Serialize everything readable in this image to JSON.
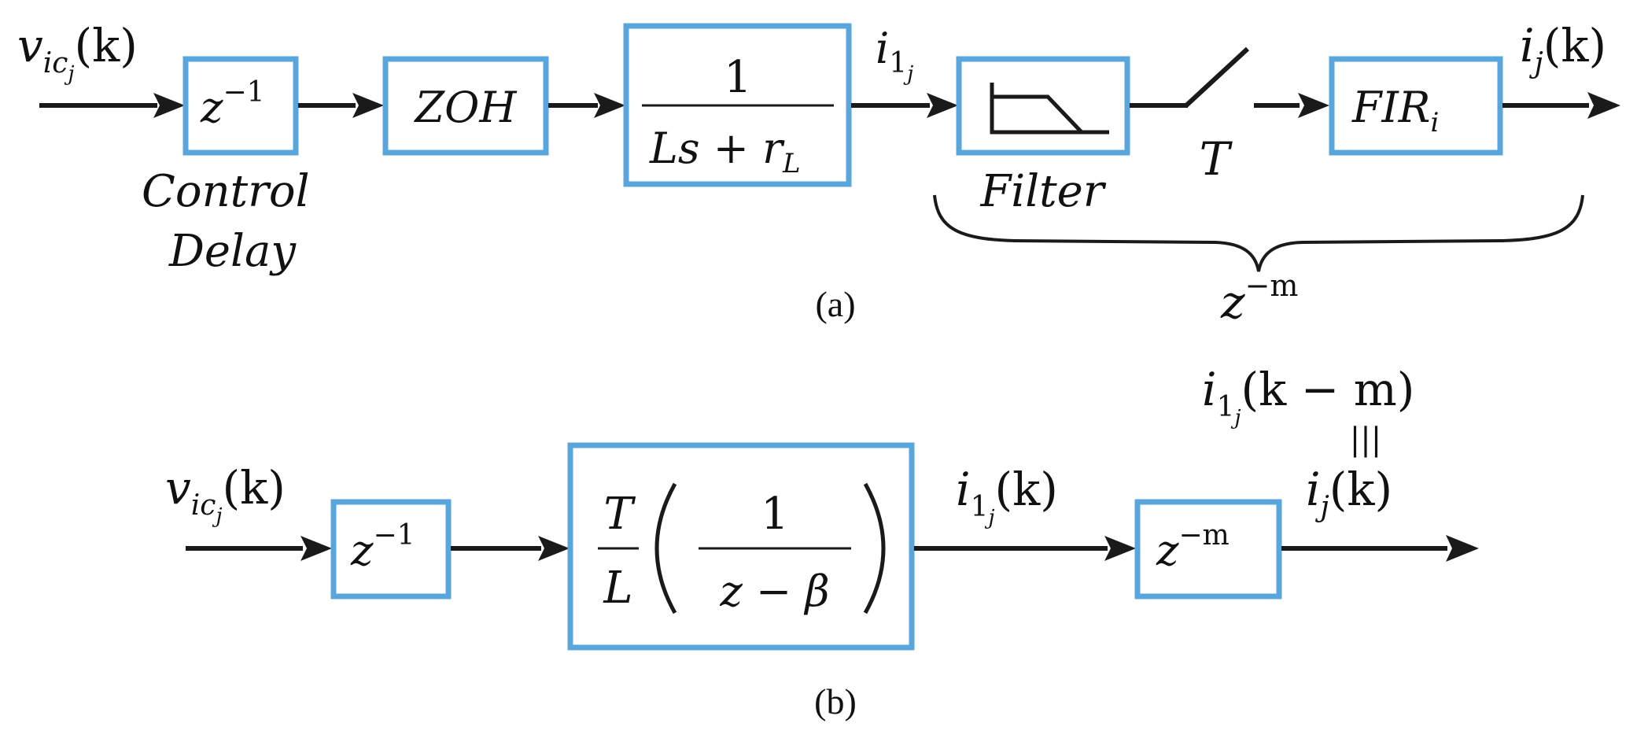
{
  "diagram_a": {
    "caption": "(a)",
    "input": {
      "base": "v",
      "sub": "ic",
      "subsub": "j",
      "arg": "(k)"
    },
    "delay_block": {
      "base": "z",
      "exp": "−1"
    },
    "delay_label_line1": "Control",
    "delay_label_line2": "Delay",
    "zoh_block": "ZOH",
    "plant_block": {
      "numerator": "1",
      "denominator": "Ls + r",
      "denominator_sub": "L"
    },
    "plant_output": {
      "base": "i",
      "sub": "1",
      "subsub": "j"
    },
    "filter_label": "Filter",
    "sampler_label": "T",
    "fir_block": {
      "base": "FIR",
      "sub": "i"
    },
    "output": {
      "base": "i",
      "sub": "j",
      "arg": "(k)"
    },
    "brace_label": {
      "base": "z",
      "exp": "−m"
    }
  },
  "diagram_b": {
    "caption": "(b)",
    "input": {
      "base": "v",
      "sub": "ic",
      "subsub": "j",
      "arg": "(k)"
    },
    "delay_block": {
      "base": "z",
      "exp": "−1"
    },
    "plant_block": {
      "num_outer": "T",
      "den_outer": "L",
      "num_inner": "1",
      "den_inner": "z − β"
    },
    "plant_output": {
      "base": "i",
      "sub": "1",
      "subsub": "j",
      "arg": "(k)"
    },
    "delay_m_block": {
      "base": "z",
      "exp": "−m"
    },
    "output_top": {
      "base": "i",
      "sub": "1",
      "subsub": "j",
      "arg": "(k − m)"
    },
    "equiv_symbol": "|||",
    "output": {
      "base": "i",
      "sub": "j",
      "arg": "(k)"
    }
  }
}
